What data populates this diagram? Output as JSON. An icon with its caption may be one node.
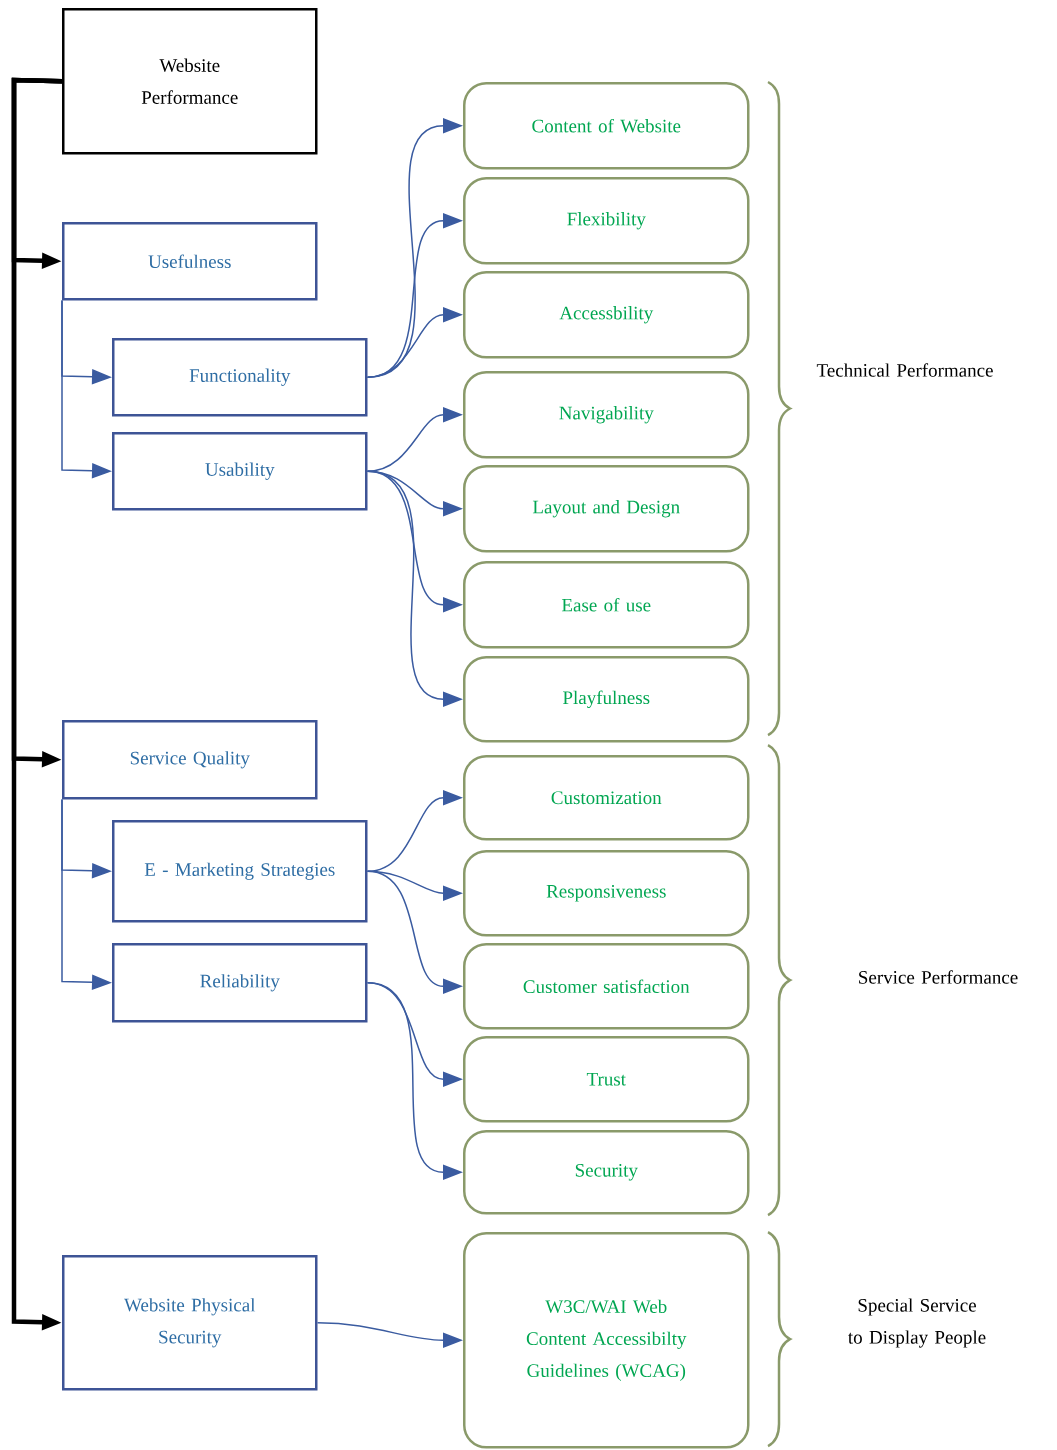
{
  "diagram": {
    "nodes": [
      {
        "text": [
          "Website Performance"
        ]
      },
      {
        "text": [
          "Usefulness"
        ]
      },
      {
        "text": [
          "Functionality"
        ]
      },
      {
        "text": [
          "Usability"
        ]
      },
      {
        "text": [
          "Service Quality"
        ]
      },
      {
        "text": [
          "E - Marketing Strategies"
        ]
      },
      {
        "text": [
          "Reliability"
        ]
      },
      {
        "text": [
          "Website Physical Security"
        ]
      },
      {
        "text": [
          "Content of Website"
        ]
      },
      {
        "text": [
          "Flexibility"
        ]
      },
      {
        "text": [
          "Accessbility"
        ]
      },
      {
        "text": [
          "Navigability"
        ]
      },
      {
        "text": [
          "Layout and Design"
        ]
      },
      {
        "text": [
          "Ease of use"
        ]
      },
      {
        "text": [
          "Playfulness"
        ]
      },
      {
        "text": [
          "Customization"
        ]
      },
      {
        "text": [
          "Responsiveness"
        ]
      },
      {
        "text": [
          "Customer satisfaction"
        ]
      },
      {
        "text": [
          "Trust"
        ]
      },
      {
        "text": [
          "Security"
        ]
      },
      {
        "text": [
          "W3C/WAI Web Content Accessibilty Guidelines (WCAG)"
        ]
      }
    ],
    "edges": [
      {
        "from": 0,
        "to": 1,
        "arrow": "to",
        "style": "thick",
        "color": "#000000"
      },
      {
        "from": 0,
        "to": 4,
        "arrow": "to",
        "style": "thick",
        "color": "#000000"
      },
      {
        "from": 0,
        "to": 7,
        "arrow": "to",
        "style": "thick",
        "color": "#000000"
      },
      {
        "from": 1,
        "to": 2,
        "arrow": "to"
      },
      {
        "from": 1,
        "to": 3,
        "arrow": "to"
      },
      {
        "from": 4,
        "to": 5,
        "arrow": "to"
      },
      {
        "from": 4,
        "to": 6,
        "arrow": "to"
      },
      {
        "from": 2,
        "to": 8,
        "arrow": "to"
      },
      {
        "from": 2,
        "to": 9,
        "arrow": "to"
      },
      {
        "from": 2,
        "to": 10,
        "arrow": "to"
      },
      {
        "from": 3,
        "to": 11,
        "arrow": "to"
      },
      {
        "from": 3,
        "to": 12,
        "arrow": "to"
      },
      {
        "from": 3,
        "to": 13,
        "arrow": "to"
      },
      {
        "from": 3,
        "to": 14,
        "arrow": "to"
      },
      {
        "from": 5,
        "to": 15,
        "arrow": "to"
      },
      {
        "from": 5,
        "to": 16,
        "arrow": "to"
      },
      {
        "from": 5,
        "to": 17,
        "arrow": "to"
      },
      {
        "from": 6,
        "to": 18,
        "arrow": "to"
      },
      {
        "from": 6,
        "to": 19,
        "arrow": "to"
      },
      {
        "from": 7,
        "to": 20,
        "arrow": "to"
      }
    ],
    "labels": [
      "Technical Performance",
      "Service Performance",
      "Special Service to Display People"
    ]
  }
}
